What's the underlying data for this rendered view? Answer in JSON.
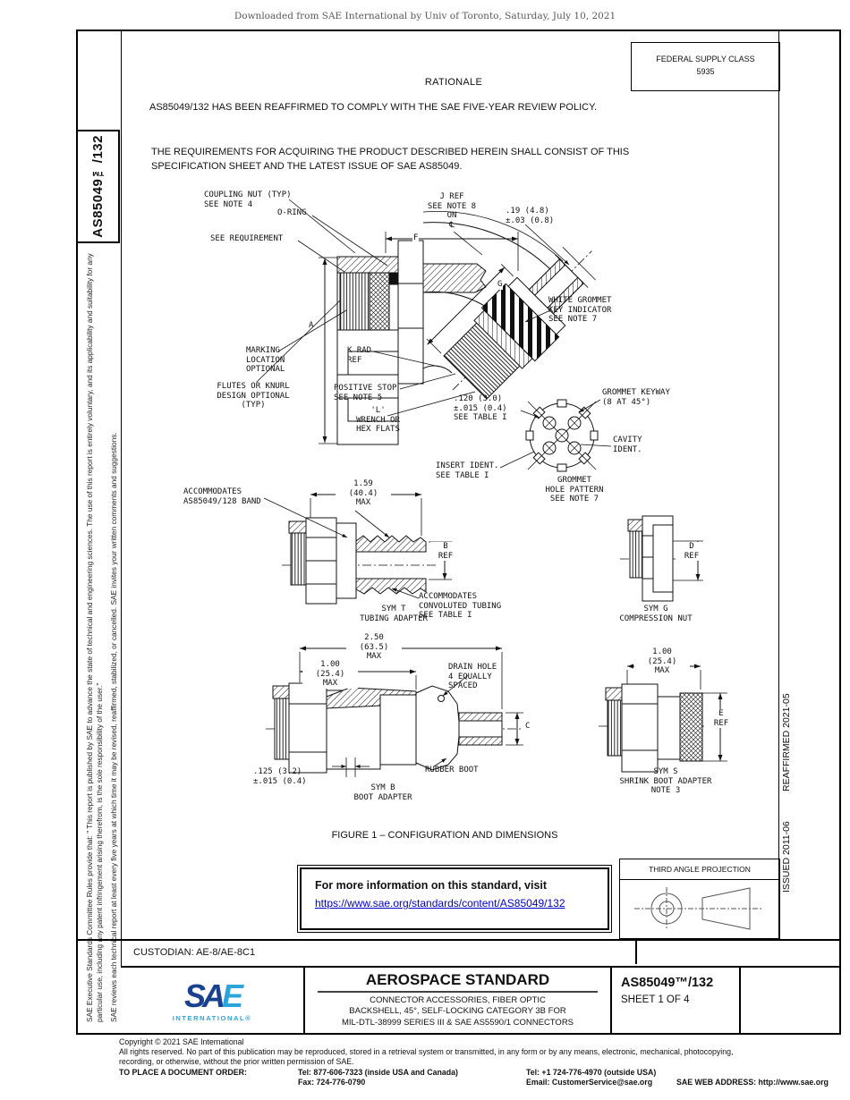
{
  "watermark": "Downloaded from SAE International by Univ of Toronto, Saturday, July 10, 2021",
  "fsc": {
    "line1": "FEDERAL SUPPLY CLASS",
    "line2": "5935"
  },
  "rationale": {
    "heading": "RATIONALE",
    "p1": "AS85049/132 HAS BEEN REAFFIRMED TO COMPLY WITH THE SAE FIVE-YEAR REVIEW POLICY.",
    "p2": "THE REQUIREMENTS FOR ACQUIRING THE PRODUCT DESCRIBED HEREIN SHALL CONSIST OF THIS\nSPECIFICATION SHEET AND THE LATEST ISSUE OF SAE AS85049."
  },
  "sidebar": {
    "doc_number_vertical": "AS85049™/132",
    "disclaimer1": "SAE Executive Standards Committee Rules provide that: \" This report is published by SAE to advance the state of technical and engineering sciences. The use of this report is entirely voluntary, and its applicability and suitability for any particular use, including any patent infringement arising therefrom, is the sole responsibility of the user.\"",
    "disclaimer2": "SAE reviews each technical report at least every five years at which time it may be revised, reaffirmed, stabilized, or cancelled. SAE invites your written comments and suggestions."
  },
  "right_margin": {
    "issued": "ISSUED 2011-06",
    "reaffirmed": "REAFFIRMED 2021-05"
  },
  "figure": {
    "caption": "FIGURE 1 – CONFIGURATION AND DIMENSIONS",
    "labels": {
      "coupling_nut": "COUPLING NUT (TYP)\nSEE NOTE 4",
      "o_ring": "O-RING",
      "see_requirement": "SEE REQUIREMENT",
      "j_ref": "J REF\nSEE NOTE 8\nON\n℄",
      "dim_19": ".19 (4.8)\n±.03 (0.8)",
      "dim_f": "F",
      "dim_a": "A",
      "dim_g": "G",
      "white_grommet": "WHITE GROMMET\nKEY INDICATOR\nSEE NOTE 7",
      "marking": "MARKING\nLOCATION\nOPTIONAL",
      "k_rad": "K RAD\nREF",
      "flutes": "FLUTES OR KNURL\nDESIGN OPTIONAL\n(TYP)",
      "positive_stop": "POSITIVE STOP\nSEE NOTE 5",
      "wrench": "'L'\nWRENCH OR\nHEX FLATS",
      "dim_120": ".120 (3.0)\n±.015 (0.4)\nSEE TABLE I",
      "grommet_keyway": "GROMMET KEYWAY\n(8 AT 45°)",
      "cavity_ident": "CAVITY\nIDENT.",
      "insert_ident": "INSERT IDENT.\nSEE TABLE I",
      "grommet_hole": "GROMMET\nHOLE PATTERN\nSEE NOTE 7",
      "accommodates_band": "ACCOMMODATES\nAS85049/128 BAND",
      "dim_159": "1.59\n(40.4)\nMAX",
      "dim_b": "B\nREF",
      "accommodates_tubing": "ACCOMMODATES\nCONVOLUTED TUBING\nSEE TABLE I",
      "sym_t": "SYM T\nTUBING ADAPTER",
      "dim_d": "D\nREF",
      "sym_g": "SYM G\nCOMPRESSION NUT",
      "dim_250": "2.50\n(63.5)\nMAX",
      "dim_100_boot": "1.00\n(25.4)\nMAX",
      "drain_hole": "DRAIN HOLE\n4 EQUALLY\nSPACED",
      "dim_c": "C",
      "dim_125": ".125 (3.2)\n±.015 (0.4)",
      "rubber_boot": "RUBBER BOOT",
      "sym_b": "SYM B\nBOOT ADAPTER",
      "dim_100_shrink": "1.00\n(25.4)\nMAX",
      "dim_e": "E\nREF",
      "sym_s": "SYM S\nSHRINK BOOT ADAPTER\nNOTE 3"
    }
  },
  "info_box": {
    "text": "For more information on this standard, visit",
    "link": "https://www.sae.org/standards/content/AS85049/132"
  },
  "projection_box": {
    "title": "THIRD ANGLE PROJECTION"
  },
  "custodian": "CUSTODIAN: AE-8/AE-8C1",
  "title_block": {
    "logo_s": "S",
    "logo_a": "A",
    "logo_e": "E",
    "logo_sub": "INTERNATIONAL®",
    "heading": "AEROSPACE STANDARD",
    "subtitle": "CONNECTOR ACCESSORIES, FIBER OPTIC\nBACKSHELL, 45°, SELF-LOCKING CATEGORY 3B FOR\nMIL-DTL-38999 SERIES III & SAE AS5590/1 CONNECTORS",
    "doc_number": "AS85049™/132",
    "sheet": "SHEET 1 OF 4"
  },
  "footer": {
    "copyright": "Copyright © 2021 SAE International",
    "rights": "All rights reserved. No part of this publication may be reproduced, stored in a retrieval system or transmitted, in any form or by any means, electronic, mechanical, photocopying,\nrecording, or otherwise, without the prior written permission of SAE.",
    "order_label": "TO PLACE A DOCUMENT ORDER:",
    "tel_inside": "Tel: 877-606-7323 (inside USA and Canada)",
    "tel_outside": "Tel: +1 724-776-4970 (outside USA)",
    "fax": "Fax: 724-776-0790",
    "email": "Email: CustomerService@sae.org",
    "web": "SAE WEB ADDRESS: http://www.sae.org"
  },
  "colors": {
    "link_blue": "#0000cc",
    "sae_dark_blue": "#1a418f",
    "sae_light_blue": "#2ba4dc"
  }
}
